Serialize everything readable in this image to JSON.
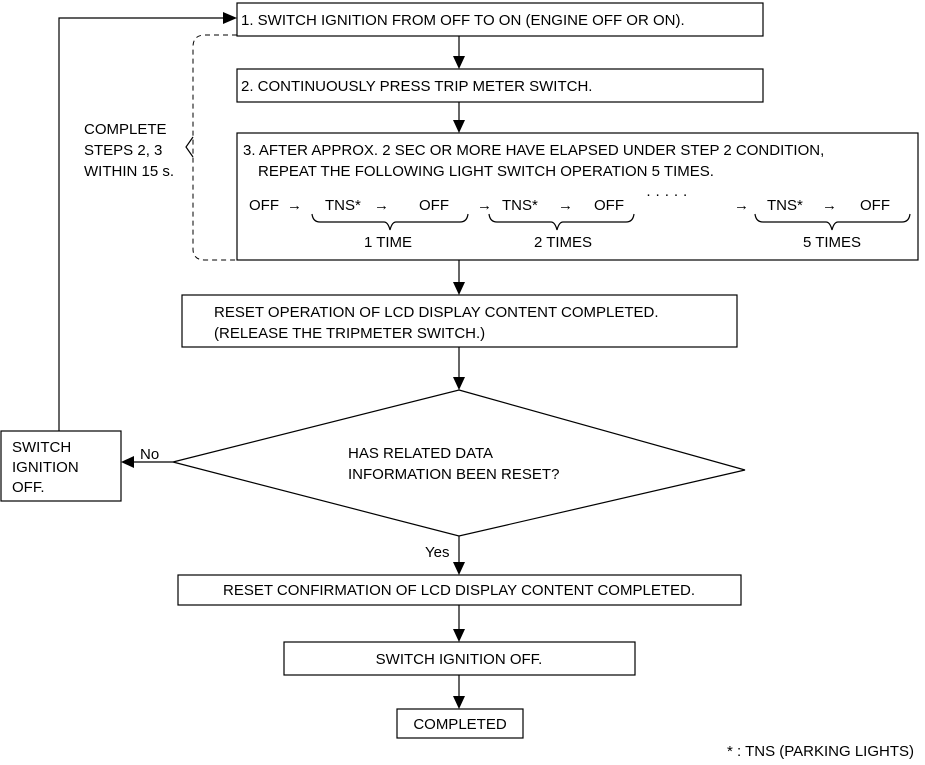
{
  "steps": {
    "step1": "1. SWITCH IGNITION FROM OFF TO ON (ENGINE OFF OR ON).",
    "step2": "2. CONTINUOUSLY PRESS TRIP METER SWITCH.",
    "step3_line1": "3. AFTER APPROX. 2 SEC OR MORE HAVE ELAPSED UNDER STEP 2 CONDITION,",
    "step3_line2": "REPEAT THE FOLLOWING LIGHT SWITCH OPERATION 5 TIMES."
  },
  "sequence": {
    "start": "OFF",
    "arrow": "→",
    "tns": "TNS*",
    "off": "OFF",
    "dots": "· · · · ·",
    "label1": "1 TIME",
    "label2": "2 TIMES",
    "label5": "5 TIMES"
  },
  "bracket_note": {
    "line1": "COMPLETE",
    "line2": "STEPS 2, 3",
    "line3": "WITHIN 15 s."
  },
  "reset_op": {
    "line1": "RESET OPERATION OF LCD DISPLAY CONTENT COMPLETED.",
    "line2": "(RELEASE THE TRIPMETER SWITCH.)"
  },
  "decision": {
    "line1": "HAS RELATED DATA",
    "line2": "INFORMATION BEEN RESET?",
    "no": "No",
    "yes": "Yes"
  },
  "switch_off_left": {
    "line1": "SWITCH",
    "line2": "IGNITION",
    "line3": "OFF."
  },
  "reset_confirm": "RESET CONFIRMATION OF LCD DISPLAY CONTENT COMPLETED.",
  "switch_off": "SWITCH IGNITION OFF.",
  "completed": "COMPLETED",
  "footnote": "* : TNS (PARKING LIGHTS)"
}
